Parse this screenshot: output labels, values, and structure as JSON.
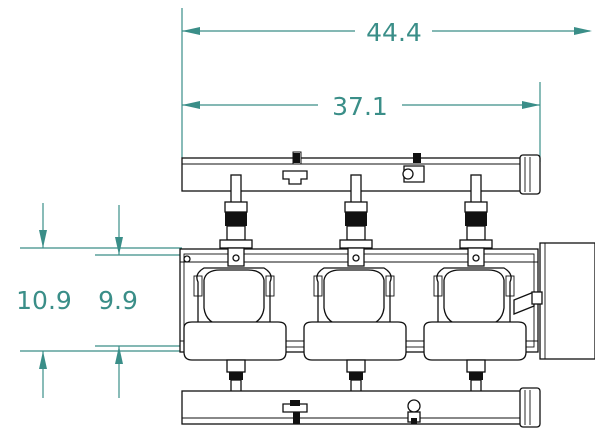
{
  "dimensions": {
    "overall_width": "44.4",
    "inner_width": "37.1",
    "overall_height": "10.9",
    "inner_height": "9.9"
  },
  "colors": {
    "dimension": "#3a8e88",
    "line": "#111111",
    "background": "#ffffff"
  }
}
